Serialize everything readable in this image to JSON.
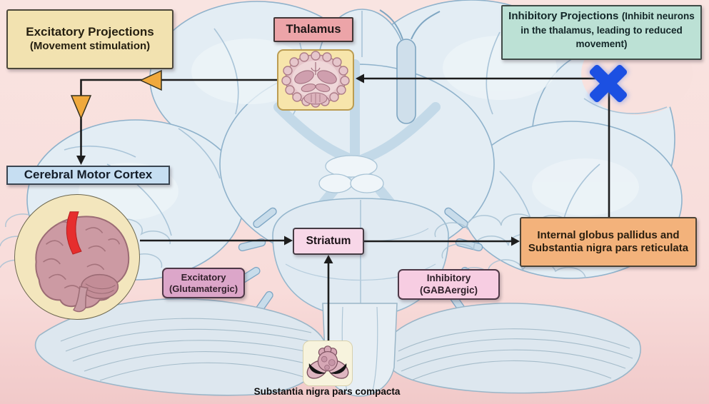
{
  "labels": {
    "excitatory_projections": {
      "title": "Excitatory Projections",
      "subtitle": "(Movement stimulation)"
    },
    "thalamus": "Thalamus",
    "inhibitory_projections": {
      "title": "Inhibitory Projections",
      "subtitle": "(Inhibit neurons in the thalamus, leading to reduced movement)"
    },
    "cerebral_motor_cortex": "Cerebral Motor Cortex",
    "striatum": "Striatum",
    "excitatory_pathway": {
      "title": "Excitatory",
      "subtitle": "(Glutamatergic)"
    },
    "inhibitory_pathway": {
      "title": "Inhibitory",
      "subtitle": "(GABAergic)"
    },
    "igp_snr": "Internal globus pallidus and Substantia nigra pars reticulata",
    "substantia_nigra_compacta": "Substantia nigra pars compacta"
  },
  "icons": {
    "inhibition_cross": "blue-x-inhibition",
    "excitatory_terminal": "orange-triangle-synapse"
  },
  "colors": {
    "excitatory_box_bg": "#f2e2b0",
    "thalamus_label_bg": "#eca4a8",
    "thalamus_image_bg": "#f7e5ab",
    "inhibitory_box_bg": "#bce1d5",
    "cortex_label_bg": "#c6def2",
    "brain_circle_bg": "#f3e6bd",
    "striatum_bg": "#f8d7e8",
    "glutamatergic_bg": "#dca6c9",
    "gabaergic_bg": "#f7cde2",
    "igp_bg": "#f3b27b",
    "excitatory_arrowhead": "#f0a93c",
    "inhibition_cross": "#1c50e2",
    "arrow_line": "#1d1d1d",
    "background_pink": "#f8dfdc",
    "brain_fill": "#e3edf4",
    "brain_outline": "#8fb2cb"
  }
}
